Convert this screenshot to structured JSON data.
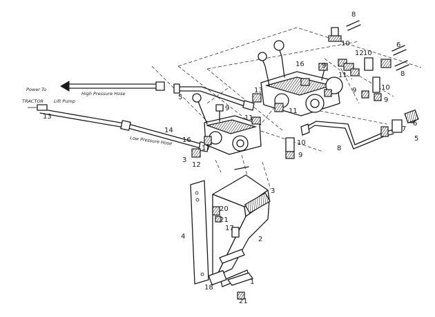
{
  "hose_labels": {
    "high_pressure": "High Pressure Hose",
    "low_pressure": "Low Pressure Hose",
    "tractor_note_line1": "Power To",
    "tractor_note_line2": "TRACTOR",
    "tractor_note_line3": "Lift Pump"
  },
  "callouts": [
    "1",
    "2",
    "3",
    "4",
    "5",
    "6",
    "7",
    "8",
    "9",
    "10",
    "11",
    "12",
    "13",
    "14",
    "16",
    "17",
    "18",
    "20",
    "21"
  ]
}
